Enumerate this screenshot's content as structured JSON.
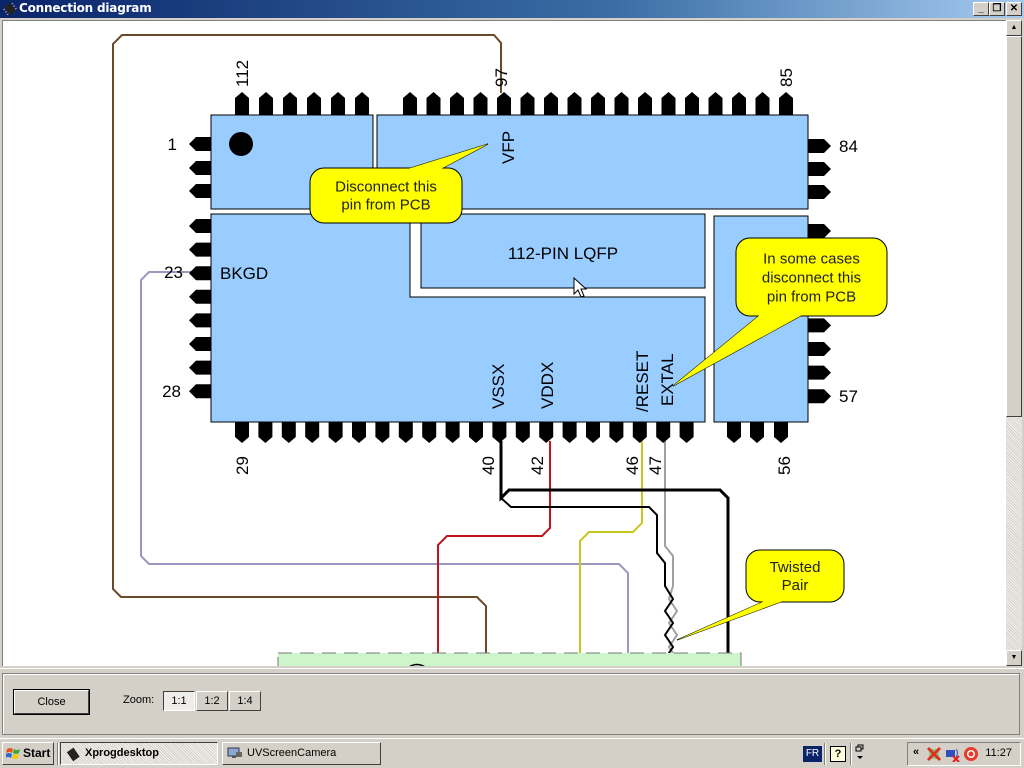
{
  "window": {
    "title": "Connection diagram",
    "minimize_glyph": "_",
    "restore_glyph": "❐",
    "close_glyph": "✕"
  },
  "diagram": {
    "chip_label": "112-PIN LQFP",
    "pin_numbers": {
      "top": [
        "112",
        "97",
        "85"
      ],
      "left": [
        "1",
        "23",
        "28"
      ],
      "bottom": [
        "29",
        "40",
        "42",
        "46",
        "47",
        "56"
      ],
      "right": [
        "84",
        "57"
      ]
    },
    "signal_labels": [
      "VFP",
      "BKGD",
      "VSSX",
      "VDDX",
      "/RESET",
      "EXTAL"
    ],
    "callouts": [
      {
        "id": "vfp",
        "lines": [
          "Disconnect this",
          "pin from PCB"
        ]
      },
      {
        "id": "extal",
        "lines": [
          "In some cases",
          "disconnect this",
          "pin from PCB"
        ]
      },
      {
        "id": "twisted",
        "lines": [
          "Twisted",
          "Pair"
        ]
      }
    ],
    "wire_colors": {
      "brown": "#6b4a2a",
      "lavender": "#9a98c0",
      "red": "#c0141e",
      "yellow": "#c8c820",
      "gray": "#a0a0a0",
      "black": "#000000"
    },
    "chip_fill": "#99ccff",
    "callout_fill": "#ffff00"
  },
  "scrollbar": {
    "up_glyph": "▲",
    "down_glyph": "▼",
    "position_fraction": 0.0,
    "visible_fraction": 0.62
  },
  "controls": {
    "close_label": "Close",
    "zoom_label": "Zoom:",
    "zoom_options": [
      "1:1",
      "1:2",
      "1:4"
    ],
    "zoom_selected": "1:1"
  },
  "taskbar": {
    "start_label": "Start",
    "tasks": [
      {
        "label": "Xprogdesktop",
        "active": true
      },
      {
        "label": "UVScreenCamera",
        "active": false
      }
    ],
    "language": "FR",
    "help_glyph": "?",
    "chevron": "«",
    "clock": "11:27"
  }
}
